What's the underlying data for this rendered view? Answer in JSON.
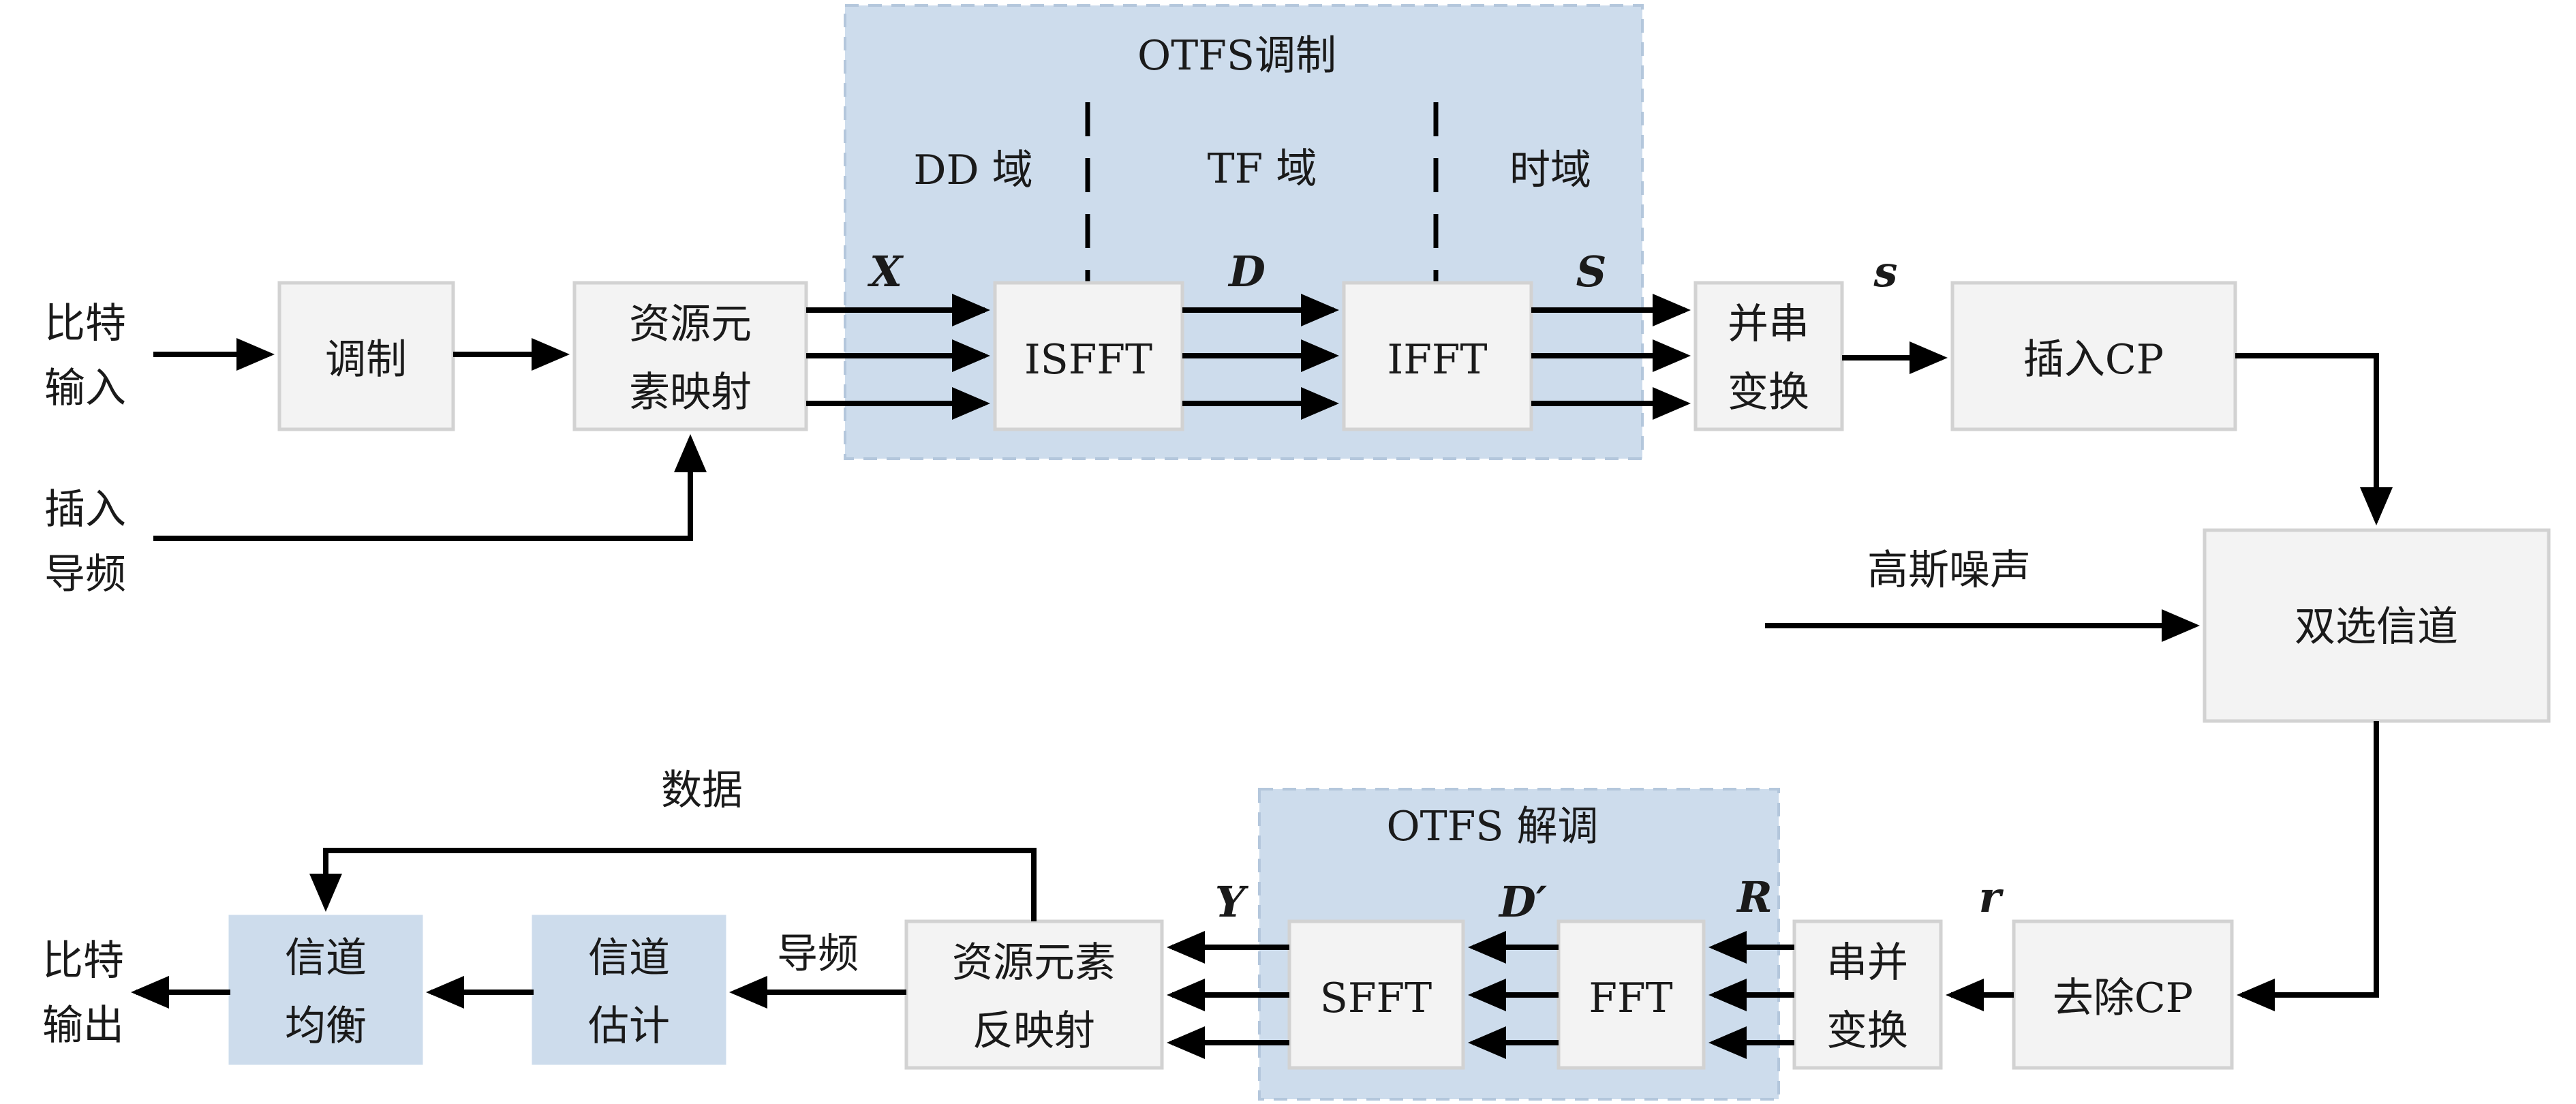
{
  "modulation_section": {
    "title": "OTFS调制",
    "domains": [
      "DD 域",
      "TF 域",
      "时域"
    ],
    "symbols": [
      "X",
      "D",
      "S"
    ]
  },
  "demodulation_section": {
    "title": "OTFS 解调",
    "symbols": [
      "Y",
      "D′",
      "R"
    ]
  },
  "inputs": {
    "bits_in": [
      "比特",
      "输入"
    ],
    "pilot_in": [
      "插入",
      "导频"
    ],
    "noise": "高斯噪声"
  },
  "outputs": {
    "bits_out": [
      "比特",
      "输出"
    ]
  },
  "blocks": {
    "modulate": "调制",
    "resource_map": [
      "资源元",
      "素映射"
    ],
    "isfft": "ISFFT",
    "ifft": "IFFT",
    "p2s": [
      "并串",
      "变换"
    ],
    "insert_cp": "插入CP",
    "channel": "双选信道",
    "remove_cp": "去除CP",
    "s2p": [
      "串并",
      "变换"
    ],
    "fft": "FFT",
    "sfft": "SFFT",
    "resource_demap": [
      "资源元素",
      "反映射"
    ],
    "channel_est": [
      "信道",
      "估计"
    ],
    "equalizer": [
      "信道",
      "均衡"
    ]
  },
  "signal_labels": {
    "tx_signal": "s",
    "rx_signal": "r",
    "pilot": "导频",
    "data": "数据"
  },
  "colors": {
    "otfs_region": "#cddcec",
    "block_fill": "#f3f3f3",
    "block_border": "#d2d2d2",
    "arrow": "#000000"
  }
}
